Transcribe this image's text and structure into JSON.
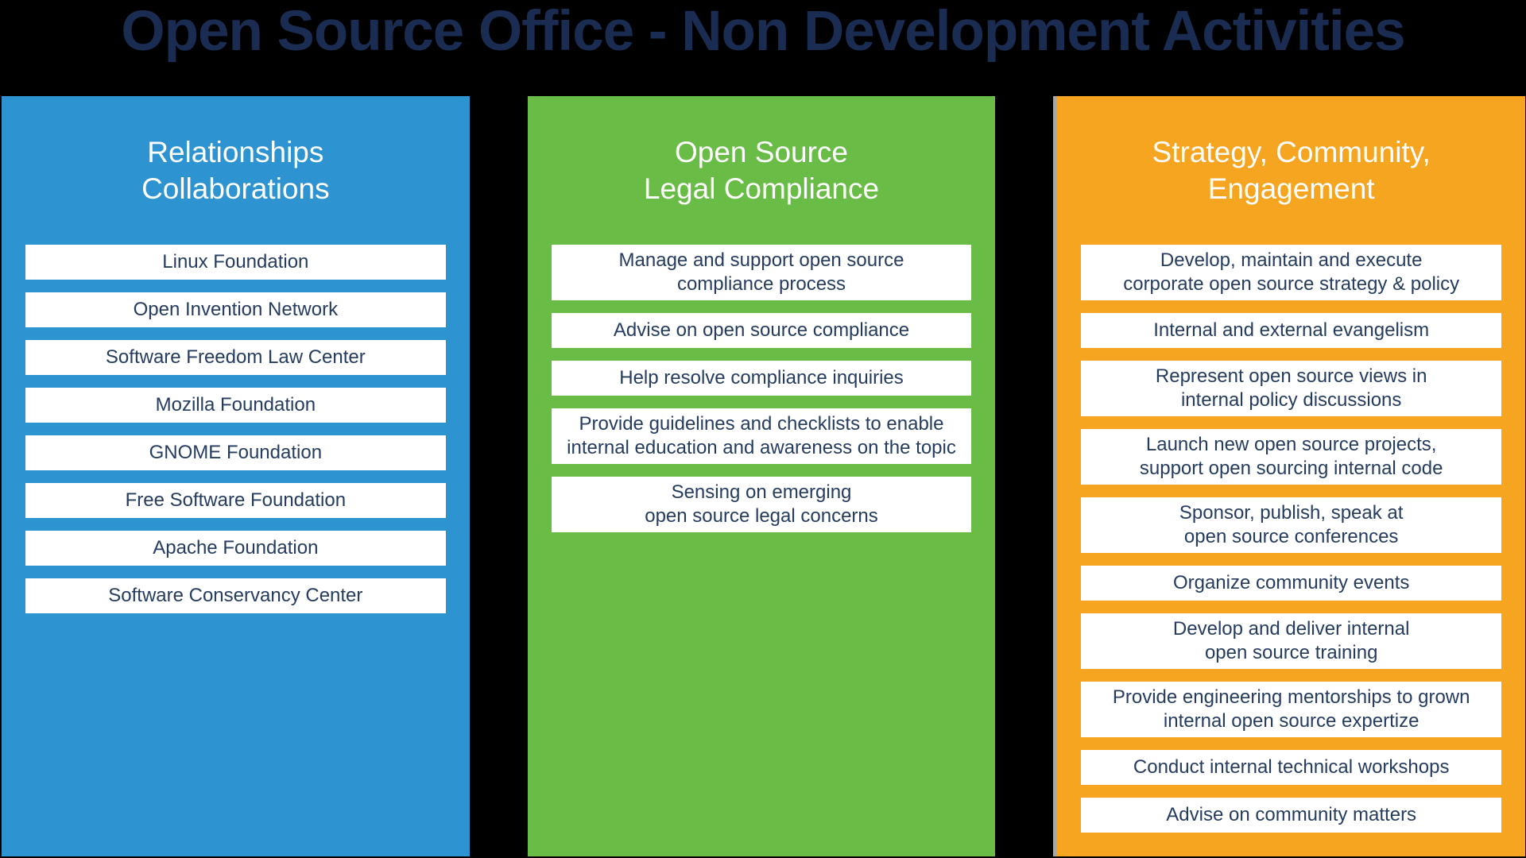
{
  "title": "Open Source Office - Non Development Activities",
  "colors": {
    "background": "#000000",
    "title_text": "#1a2c52",
    "header_text": "#ffffff",
    "item_text": "#253c5f",
    "item_background": "#ffffff",
    "column_blue": "#2d93d1",
    "column_green": "#69bc45",
    "column_orange": "#f5a51f",
    "orange_edge": "#a8a8a8"
  },
  "columns": [
    {
      "id": "relationships-collaborations",
      "color": "#2d93d1",
      "header": "Relationships\nCollaborations",
      "items": [
        "Linux Foundation",
        "Open Invention Network",
        "Software Freedom Law Center",
        "Mozilla Foundation",
        "GNOME Foundation",
        "Free Software Foundation",
        "Apache Foundation",
        "Software Conservancy Center"
      ]
    },
    {
      "id": "open-source-legal-compliance",
      "color": "#69bc45",
      "header": "Open Source\nLegal Compliance",
      "items": [
        "Manage and support open source\ncompliance process",
        "Advise on open source compliance",
        "Help resolve compliance inquiries",
        "Provide guidelines and checklists to enable\ninternal education and awareness on the topic",
        "Sensing on emerging\nopen source legal concerns"
      ]
    },
    {
      "id": "strategy-community-engagement",
      "color": "#f5a51f",
      "header": "Strategy, Community,\nEngagement",
      "items": [
        "Develop, maintain and execute\ncorporate open source strategy & policy",
        "Internal and external evangelism",
        "Represent open source views in\ninternal policy discussions",
        "Launch new open source projects,\nsupport open sourcing internal code",
        "Sponsor, publish, speak at\nopen source conferences",
        "Organize community events",
        "Develop and deliver internal\nopen source training",
        "Provide engineering mentorships to grown\ninternal open source expertize",
        "Conduct internal technical workshops",
        "Advise on community matters"
      ]
    }
  ]
}
